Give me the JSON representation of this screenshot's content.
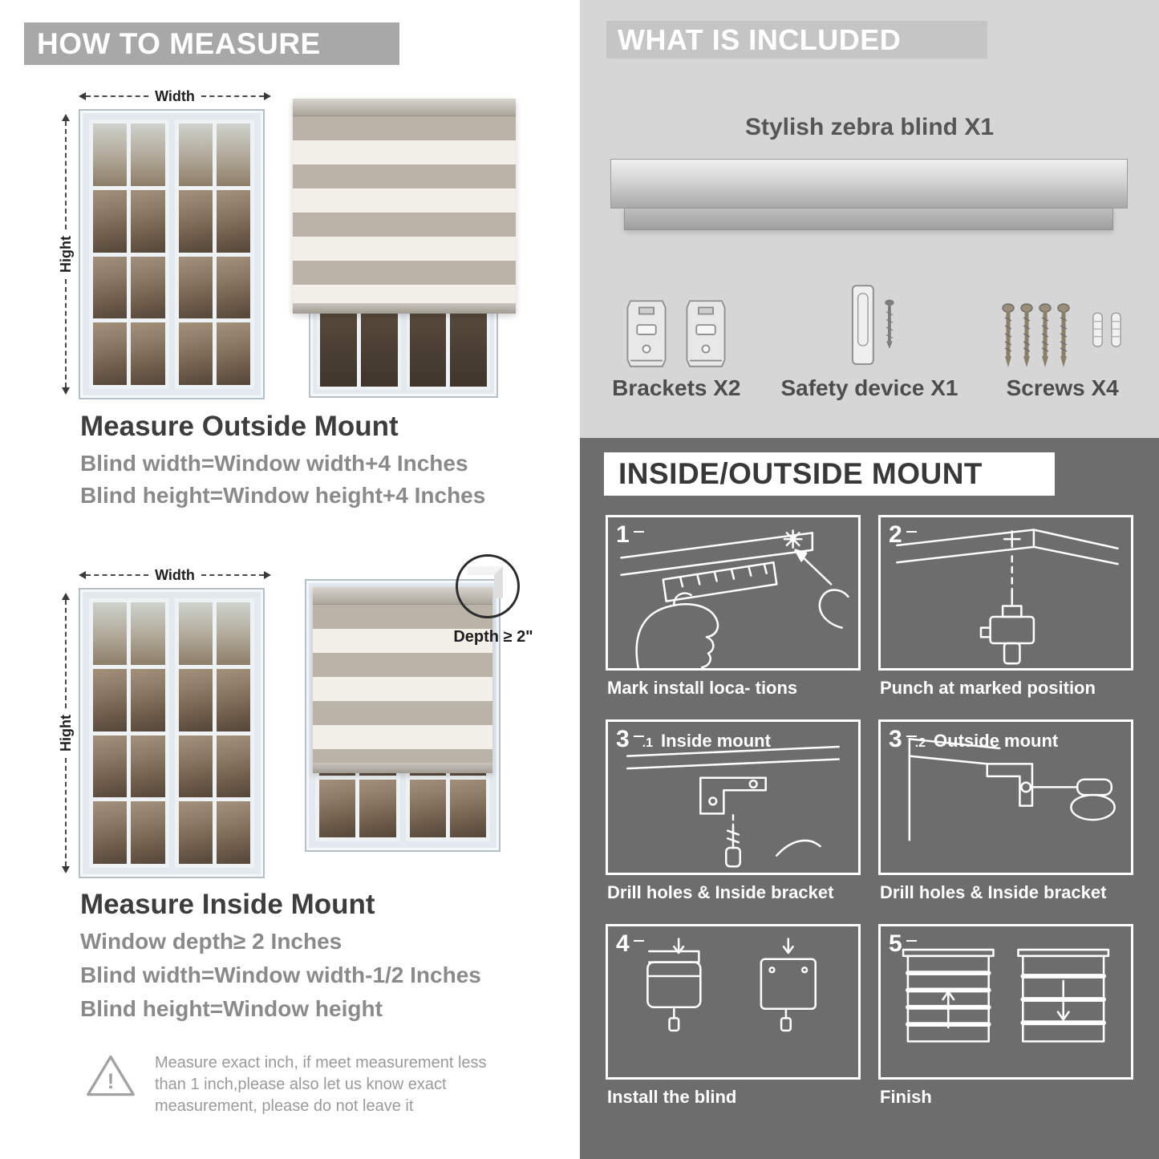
{
  "palette": {
    "header_banner_gray": "#a8a8a8",
    "included_banner_gray": "#c5c5c5",
    "included_bg": "#d6d6d6",
    "mount_bg": "#6d6d6d",
    "heading_dark": "#3d3d3d",
    "body_gray": "#8a8a8a",
    "stripe_gray": "#b9b3a8"
  },
  "measure": {
    "header": "HOW TO MEASURE",
    "outside": {
      "width_label": "Width",
      "height_label": "Hight",
      "title": "Measure Outside Mount",
      "formulas": [
        "Blind width=Window width+4 Inches",
        "Blind height=Window height+4 Inches"
      ]
    },
    "inside": {
      "width_label": "Width",
      "height_label": "Hight",
      "depth_callout": "Depth ≥ 2\"",
      "title": "Measure Inside Mount",
      "formulas": [
        "Window depth≥ 2 Inches",
        "Blind width=Window width-1/2 Inches",
        "Blind height=Window height"
      ]
    },
    "warning_text": "Measure exact inch, if meet measurement less than 1 inch,please also let us know exact measurement, please do not leave it"
  },
  "included": {
    "header": "WHAT IS INCLUDED",
    "blind_label": "Stylish zebra blind X1",
    "items": [
      {
        "label": "Brackets X2",
        "icon": "bracket-icon"
      },
      {
        "label": "Safety device X1",
        "icon": "safety-device-icon"
      },
      {
        "label": "Screws X4",
        "icon": "screw-icon"
      }
    ]
  },
  "mount": {
    "header": "INSIDE/OUTSIDE MOUNT",
    "steps": [
      {
        "num": "1",
        "caption": "Mark install loca- tions"
      },
      {
        "num": "2",
        "caption": "Punch at  marked position"
      },
      {
        "num": "3",
        "sub": ".1",
        "label": "Inside mount",
        "caption": "Drill holes &  Inside bracket"
      },
      {
        "num": "3",
        "sub": ".2",
        "label": "Outside mount",
        "caption": "Drill holes &  Inside bracket"
      },
      {
        "num": "4",
        "caption": "Install the blind"
      },
      {
        "num": "5",
        "caption": "Finish"
      }
    ]
  }
}
